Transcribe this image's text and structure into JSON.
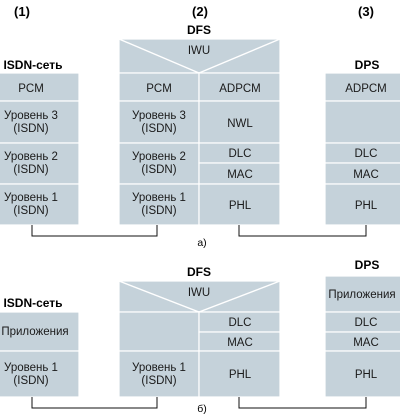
{
  "column_numbers": [
    "(1)",
    "(2)",
    "(3)"
  ],
  "diagram_a": {
    "caption": "а)",
    "isdn": {
      "title": "ISDN-сеть",
      "pcm": "PCM",
      "level3": [
        "Уровень 3",
        "(ISDN)"
      ],
      "level2": [
        "Уровень 2",
        "(ISDN)"
      ],
      "level1": [
        "Уровень 1",
        "(ISDN)"
      ]
    },
    "dfs": {
      "title": "DFS",
      "iwu": "IWU",
      "pcm": "PCM",
      "adpcm": "ADPCM",
      "level3": [
        "Уровень 3",
        "(ISDN)"
      ],
      "level2": [
        "Уровень 2",
        "(ISDN)"
      ],
      "level1": [
        "Уровень 1",
        "(ISDN)"
      ],
      "nwl": "NWL",
      "dlc": "DLC",
      "mac": "MAC",
      "phl": "PHL"
    },
    "dps": {
      "title": "DPS",
      "adpcm": "ADPCM",
      "dlc": "DLC",
      "mac": "MAC",
      "phl": "PHL"
    }
  },
  "diagram_b": {
    "caption": "б)",
    "isdn": {
      "title": "ISDN-сеть",
      "apps": "Приложения",
      "level1": [
        "Уровень 1",
        "(ISDN)"
      ]
    },
    "dfs": {
      "title": "DFS",
      "iwu": "IWU",
      "level1": [
        "Уровень 1",
        "(ISDN)"
      ],
      "dlc": "DLC",
      "mac": "MAC",
      "phl": "PHL"
    },
    "dps": {
      "title": "DPS",
      "apps": "Приложения",
      "dlc": "DLC",
      "mac": "MAC",
      "phl": "PHL"
    }
  }
}
